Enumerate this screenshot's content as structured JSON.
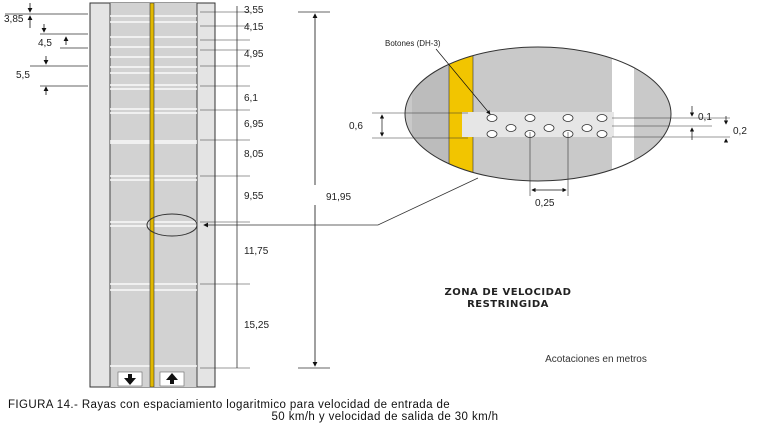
{
  "road": {
    "left_dims": [
      "3,85",
      "4,5",
      "5,5"
    ],
    "right_dims": [
      "3,55",
      "4,15",
      "4,95",
      "6,1",
      "6,95",
      "8,05",
      "9,55",
      "11,75",
      "15,25"
    ],
    "total": "91,95"
  },
  "detail": {
    "title": "Botones (DH-3)",
    "dims": {
      "width": "0,6",
      "row_gap": "0,1",
      "offset": "0,2",
      "spacing": "0,25"
    }
  },
  "zone": {
    "line1": "ZONA DE VELOCIDAD",
    "line2": "RESTRINGIDA"
  },
  "units_note": "Acotaciones en metros",
  "caption": {
    "line1": "FIGURA 14.-  Rayas con espaciamiento logaritmico para velocidad de entrada de",
    "line2": "50 km/h y velocidad de salida de 30 km/h"
  }
}
